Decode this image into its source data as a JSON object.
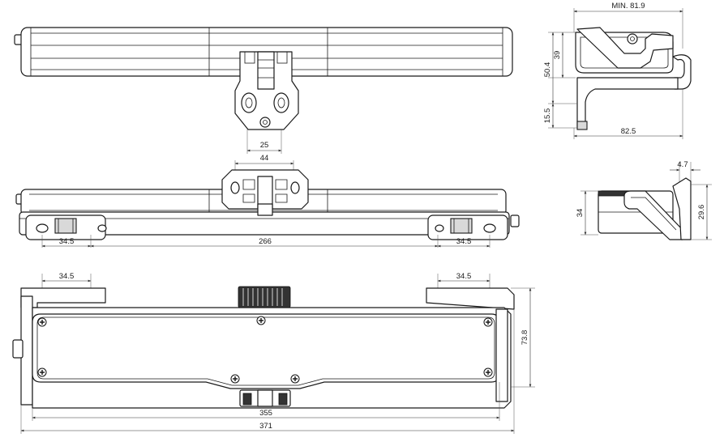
{
  "dimensions": {
    "top_view_clamp_width": "25",
    "side_view_bracket_width": "44",
    "side_view_left_offset": "34.5",
    "side_view_center_span": "266",
    "side_view_right_offset": "34.5",
    "bottom_view_left_offset": "34.5",
    "bottom_view_right_offset": "34.5",
    "bottom_view_inner_length": "355",
    "bottom_view_overall_length": "371",
    "bottom_view_height": "73.8",
    "end_view_min_width": "MIN. 81.9",
    "end_view_total_height": "50.4",
    "end_view_upper_height": "39",
    "end_view_foot_height": "15.5",
    "end_view_depth": "82.5",
    "small_end_view_height": "34",
    "small_end_view_offset": "4.7",
    "small_end_view_depth": "29.6"
  }
}
